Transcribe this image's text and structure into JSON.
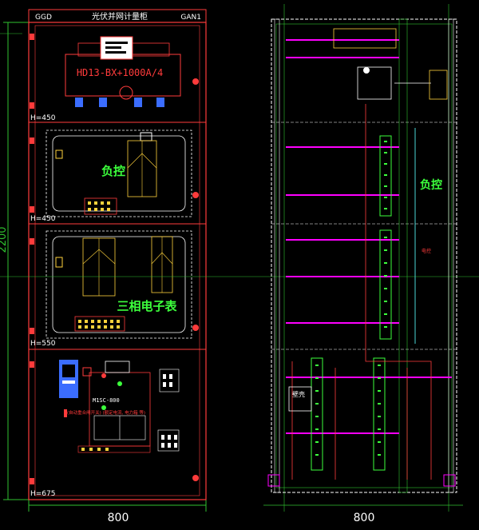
{
  "front_view": {
    "header_left": "GGD",
    "header_title": "光伏并网计量柜",
    "header_right": "GAN1",
    "breaker_label": "HD13-BX+1000A/4",
    "compartments": [
      {
        "height_label": "H=450"
      },
      {
        "height_label": "H=450",
        "caption": "负控"
      },
      {
        "height_label": "H=550",
        "caption": "三相电子表"
      },
      {
        "height_label": "H=675"
      }
    ],
    "height_dimension": "2200",
    "width_dimension": "800",
    "meter_label": "M1SC-800",
    "note_text": "(自动重合闸开关) (额定电流, 电力箱 等)"
  },
  "side_view": {
    "caption_load_control": "负控",
    "caption_small": "电控",
    "caption_box": "壁壳",
    "width_dimension": "800"
  },
  "colors": {
    "background": "#000000",
    "cabinet_outline": "#ff3b3b",
    "compartment_dashed": "#ffffff",
    "breaker_label": "#ff3b3b",
    "caption_green": "#3cff3c",
    "dimension_line": "#2fc22f",
    "busbar": "#ff00ff",
    "mounting_rail": "#3cff3c",
    "meter_blue": "#3b6dff",
    "wire_red": "#ff3b3b",
    "yellow_component": "#ffd23c",
    "teal_detail": "#4ad6d6"
  }
}
